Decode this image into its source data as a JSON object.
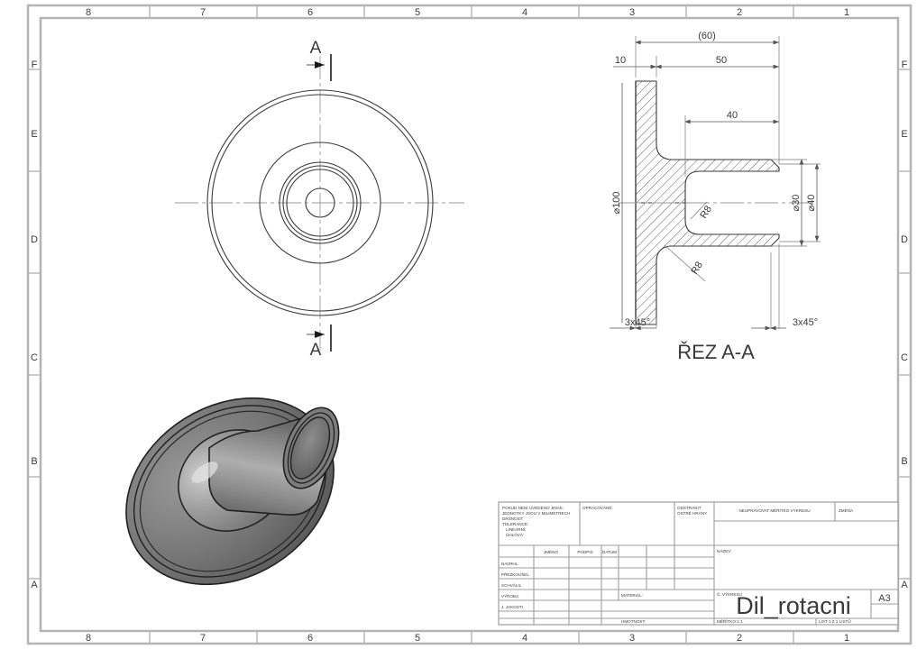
{
  "document": {
    "drawing_number": "Dil_rotacni",
    "sheet_format": "A3",
    "scale_label": "MĚŘÍTKO:1:1",
    "sheet_count_label": "LIST 1 Z 1 LISTŮ"
  },
  "frame": {
    "zone_columns": [
      "8",
      "7",
      "6",
      "5",
      "4",
      "3",
      "2",
      "1"
    ],
    "zone_rows": [
      "F",
      "E",
      "D",
      "C",
      "B",
      "A"
    ]
  },
  "views": {
    "front_view": {
      "section_marker_top": "A",
      "section_marker_bottom": "A"
    },
    "section_view": {
      "title": "ŘEZ A-A",
      "dimensions": {
        "overall_length_ref": "(60)",
        "flange_thickness": "10",
        "boss_length": "50",
        "bore_depth": "40",
        "flange_diameter": "⌀100",
        "bore_diameter": "⌀30",
        "boss_diameter": "⌀40",
        "fillet_inner": "R8",
        "fillet_outer": "R8",
        "chamfer_left": "3x45°",
        "chamfer_right": "3x45°"
      }
    },
    "isometric_view": {
      "label": ""
    }
  },
  "title_block": {
    "notes": {
      "line1": "POKUD NENÍ UVEDENO JINAK:",
      "line2": "JEDNOTKY JSOU V MILIMETRECH",
      "line3": "DRSNOST:",
      "line4": "TOLERANCE:",
      "line5": "LINEÁRNÍ:",
      "line6": "ÚHLOVÁ:"
    },
    "opracovane_label": "OPRACOVÁNÉ:",
    "deburr_label_line1": "ODSTRANIT",
    "deburr_label_line2": "OSTRÉ HRANY",
    "do_not_scale_label": "NEUPRAVOVAT MĚŘÍTKO VÝKRESU",
    "revision_label": "ZMĚNA",
    "column_headers": [
      "",
      "JMÉNO",
      "PODPIS",
      "DATUM"
    ],
    "rows": [
      "NAVRHL",
      "PŘEZKOUŠEL",
      "SCHVÁLIL",
      "VÝROBA",
      "J. JAKOSTI"
    ],
    "material_label": "MATERIÁL:",
    "weight_label": "HMOTNOST:",
    "name_label": "NÁZEV:",
    "drawing_no_label": "Č. VÝKRESU"
  },
  "colors": {
    "line": "#3a3a3a",
    "frame": "#b4b4b4",
    "center_line": "#9a9a9a",
    "dimension": "#555555",
    "part_light": "#b9b9b9",
    "part_mid": "#8e8e8e",
    "part_dark": "#5e5e5e",
    "hatch": "#4a4a4a"
  }
}
